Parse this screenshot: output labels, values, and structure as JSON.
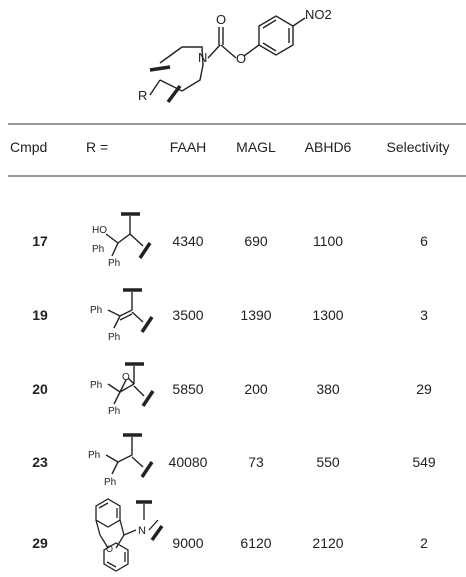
{
  "scaffold": {
    "substituent_label": "R",
    "ring_atom": "N",
    "carbonyl_oxygen": "O",
    "ester_oxygen": "O",
    "nitro_group": "NO2"
  },
  "table": {
    "columns": [
      "Cmpd",
      "R =",
      "FAAH",
      "MAGL",
      "ABHD6",
      "Selectivity"
    ],
    "rows": [
      {
        "cmpd": "17",
        "faah": "4340",
        "magl": "690",
        "abhd6": "1100",
        "selectivity": "6",
        "labels": {
          "a": "HO",
          "b": "Ph",
          "c": "Ph"
        }
      },
      {
        "cmpd": "19",
        "faah": "3500",
        "magl": "1390",
        "abhd6": "1300",
        "selectivity": "3",
        "labels": {
          "a": "Ph",
          "b": "Ph"
        }
      },
      {
        "cmpd": "20",
        "faah": "5850",
        "magl": "200",
        "abhd6": "380",
        "selectivity": "29",
        "labels": {
          "a": "Ph",
          "b": "O",
          "c": "Ph"
        }
      },
      {
        "cmpd": "23",
        "faah": "40080",
        "magl": "73",
        "abhd6": "550",
        "selectivity": "549",
        "labels": {
          "a": "Ph",
          "b": "Ph"
        }
      },
      {
        "cmpd": "29",
        "faah": "9000",
        "magl": "6120",
        "abhd6": "2120",
        "selectivity": "2",
        "labels": {
          "a": "N",
          "b": "O"
        }
      }
    ]
  }
}
